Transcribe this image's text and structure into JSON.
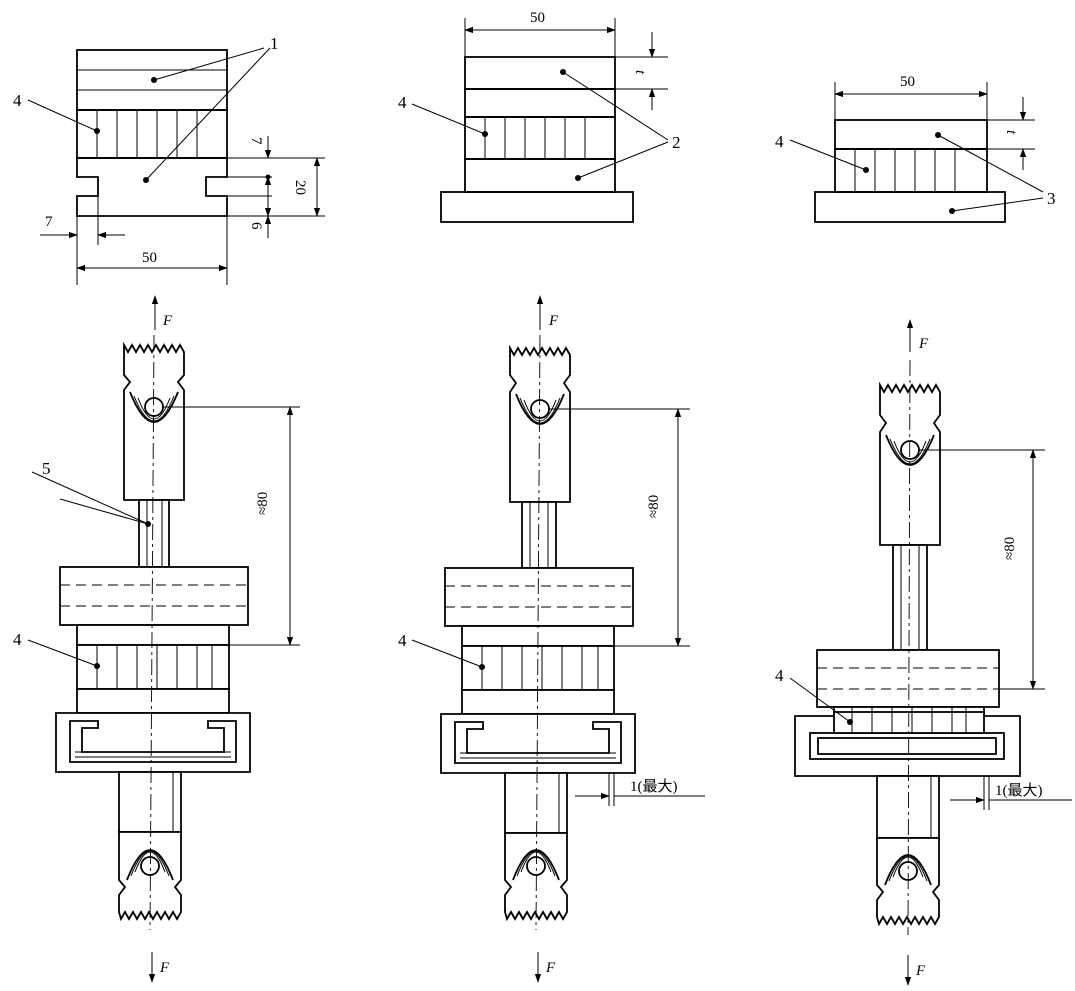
{
  "dims": {
    "width_50": "50",
    "d7": "7",
    "d20": "20",
    "d6": "6",
    "t": "t",
    "approx80": "≈80",
    "max1": "1(最大)"
  },
  "callouts": {
    "n1": "1",
    "n2": "2",
    "n3": "3",
    "n4": "4",
    "n5": "5"
  },
  "force": "F"
}
